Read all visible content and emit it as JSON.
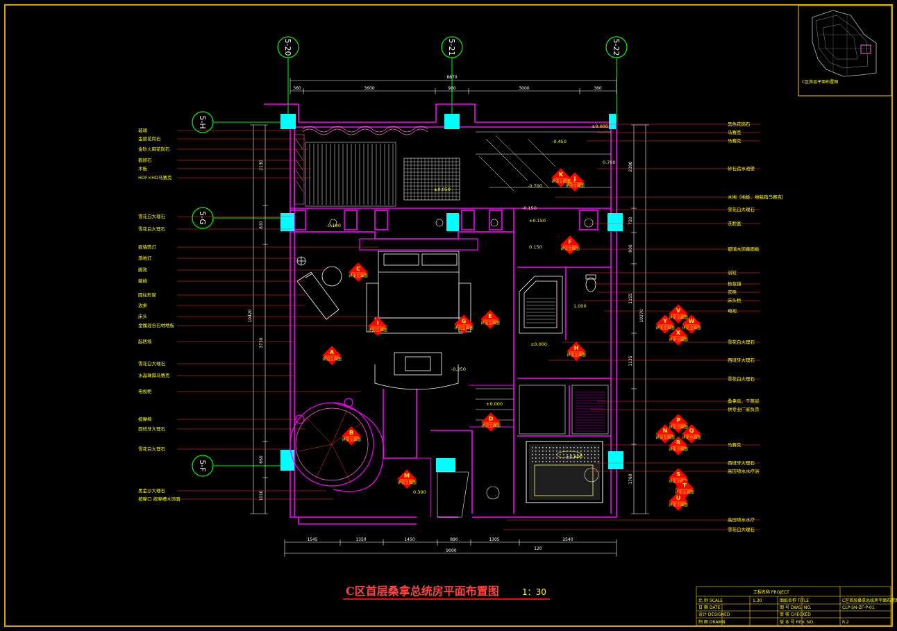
{
  "title": {
    "main": "C区首层桑拿总统房平面布置图",
    "scale": "1：30",
    "colors": {
      "main": "#ff4444",
      "scale": "#ffff00",
      "underline": "#ff0000"
    }
  },
  "key_plan": {
    "caption": "C区首层平面布置图"
  },
  "axes": {
    "top": [
      "5-20",
      "5-21",
      "5-22"
    ],
    "left": [
      "5-H",
      "5-G",
      "5-F"
    ]
  },
  "dimensions": {
    "top_total": "8870",
    "top_segments": [
      "360",
      "3600",
      "900",
      "3000",
      "360"
    ],
    "bottom_segments": [
      "1545",
      "1350",
      "1450",
      "890",
      "1305",
      "2540"
    ],
    "bottom_mid": "120",
    "bottom_total": "9000",
    "left_vertical": [
      "2130",
      "810",
      "3730",
      "660",
      "1010"
    ],
    "right_vertical": [
      "2390",
      "720",
      "900",
      "1155",
      "10270",
      "1135",
      "1760"
    ],
    "left_total": "10420"
  },
  "left_labels": [
    "玻璃",
    "金碧花岗石",
    "金砂火麻花岗石",
    "鹅卵石",
    "木板",
    "HDF×HD马赛克",
    "雪花白大理石",
    "雪花白大理石",
    "嵌墙筒灯",
    "落地灯",
    "脚凳",
    "躺椅",
    "圆柱形窗",
    "边桌",
    "床头",
    "金属混合石材地板",
    "起居墙",
    "雪花白大理石",
    "水晶珠隔马赛克",
    "电视柜",
    "按摩椅",
    "西班牙大理石",
    "雪花白大理石",
    "黑金沙大理石",
    "按摩口 按摩槽木饰面"
  ],
  "right_labels": [
    "黑色花岗石",
    "马赛克",
    "马赛克",
    "砂石造水池壁",
    "木地（地板、地毯踏马赛克）",
    "雪花白大理石",
    "洗脸盆",
    "玻璃木饰幕面板",
    "浴缸",
    "梳妆镜",
    "衣柜",
    "床头柜",
    "电视",
    "雪花白大理石",
    "西班牙大理石",
    "雪花白大理石",
    "桑拿房、干蒸房",
    "供专业厂家负责",
    "马赛克",
    "西班牙大理石",
    "高压喷水水疗浴",
    "高压喷水水疗",
    "雪花白大理石"
  ],
  "elevations": [
    "±0.000",
    "-0.450",
    "-0.700",
    "±0.050",
    "-0.150",
    "0.700",
    "±0.150",
    "-0.180",
    "0.150",
    "1.000",
    "±0.000",
    "-0.250",
    "±0.000",
    "0.300",
    "±0.600"
  ],
  "room_marks": [
    "C",
    "A",
    "B",
    "D",
    "E",
    "F",
    "G",
    "H",
    "I",
    "J",
    "K",
    "M"
  ],
  "room_marker_caption": "详见立面图",
  "cluster_marks": {
    "top": [
      "V",
      "Y",
      "W",
      "X"
    ],
    "mid": [
      "P",
      "N",
      "Q",
      "R"
    ],
    "low": [
      "S",
      "T",
      "U"
    ]
  },
  "title_block": {
    "project": "工程名称 PROJECT",
    "rows": [
      [
        "比 例 SCALE",
        "1:30",
        "图纸名称 TITLE",
        "C区首层桑拿总统房平面布置图"
      ],
      [
        "日 期 DATE",
        "",
        "图 号 DWG. NO.",
        "CLP-SN-ZF-P-01"
      ],
      [
        "设计 DESIGNED",
        "",
        "审 核 CHECKED",
        ""
      ],
      [
        "制 图 DRAWN",
        "",
        "版 本 号 REV. NO.",
        "R.2"
      ]
    ]
  },
  "colors": {
    "background": "#000000",
    "border": "#d4a300",
    "wall": "#ff00ff",
    "text": "#ffff00",
    "column": "#00ffff",
    "axis": "#00ff00",
    "leader": "#ff3333",
    "furniture": "#ffff66"
  }
}
